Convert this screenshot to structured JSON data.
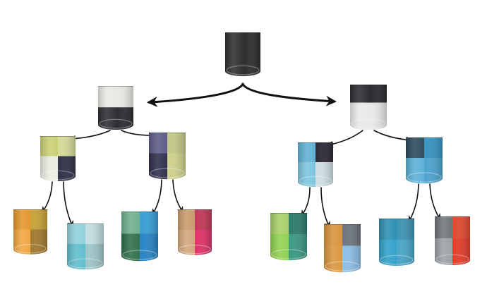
{
  "tree": {
    "root": {
      "id": "root",
      "style": "solid",
      "colors": [
        "#2f2f31"
      ],
      "children": [
        {
          "id": "left",
          "style": "bottom-top",
          "colors": [
            "#e8e8e4",
            "#2e2e33"
          ],
          "children": [
            {
              "id": "left-left",
              "style": "quadrant",
              "colors": [
                "#c9cf73",
                "#d6db9a",
                "#e9ece0",
                "#33344a"
              ],
              "children": [
                {
                  "id": "left-left-left",
                  "style": "quadrant",
                  "colors": [
                    "#e2962c",
                    "#c9a33a",
                    "#f0a640",
                    "#a47c33"
                  ]
                },
                {
                  "id": "left-left-right",
                  "style": "quadrant",
                  "colors": [
                    "#8fd0da",
                    "#c3dfe0",
                    "#5fbccb",
                    "#9fc7c9"
                  ]
                }
              ]
            },
            {
              "id": "left-right",
              "style": "quadrant",
              "colors": [
                "#5b5a86",
                "#c4c98a",
                "#2e2d4a",
                "#cfd28d"
              ],
              "children": [
                {
                  "id": "left-right-left",
                  "style": "quadrant",
                  "colors": [
                    "#6fae8c",
                    "#3b9fd6",
                    "#2f6e4a",
                    "#2a86c8"
                  ]
                },
                {
                  "id": "left-right-right",
                  "style": "quadrant",
                  "colors": [
                    "#c79a6a",
                    "#c43a5a",
                    "#d2a67c",
                    "#e0356a"
                  ]
                }
              ]
            }
          ]
        },
        {
          "id": "right",
          "style": "top-bottom",
          "colors": [
            "#2d2d31",
            "#e9e9e9"
          ],
          "children": [
            {
              "id": "right-left",
              "style": "quadrant",
              "colors": [
                "#5fb0d2",
                "#302c3a",
                "#7cc4de",
                "#cfe0e4"
              ],
              "children": [
                {
                  "id": "right-left-left",
                  "style": "quadrant",
                  "colors": [
                    "#a7cf66",
                    "#2f7f6e",
                    "#8fd14f",
                    "#3d9a85"
                  ]
                },
                {
                  "id": "right-left-right",
                  "style": "quadrant",
                  "colors": [
                    "#d7923a",
                    "#707780",
                    "#d99640",
                    "#8fc0e6"
                  ]
                }
              ]
            },
            {
              "id": "right-right",
              "style": "quadrant",
              "colors": [
                "#2c4a5c",
                "#3a94c4",
                "#5ab0d6",
                "#4ea4cf"
              ],
              "children": [
                {
                  "id": "right-right-left",
                  "style": "quadrant",
                  "colors": [
                    "#2c8fb4",
                    "#3f95b4",
                    "#2fa1c9",
                    "#4aa6c8"
                  ]
                },
                {
                  "id": "right-right-right",
                  "style": "quadrant",
                  "colors": [
                    "#6f7679",
                    "#e24b33",
                    "#9aa1a5",
                    "#e6402e"
                  ]
                }
              ]
            }
          ]
        }
      ]
    }
  }
}
